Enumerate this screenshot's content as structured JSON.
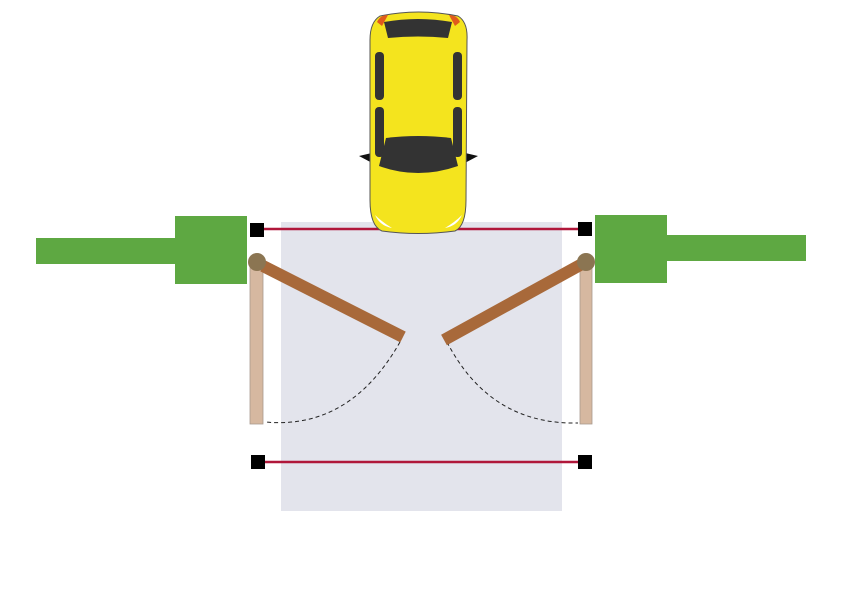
{
  "colors": {
    "background": "#ffffff",
    "zone": "#e3e4ec",
    "wall": "#5ea842",
    "sensor": "#000000",
    "beam": "#b0173a",
    "post": "#d6b8a0",
    "pivot": "#8b7552",
    "gate_arm": "#a8693a",
    "swing_path": "#222222",
    "car_body": "#f4e41e",
    "car_glass": "#333333",
    "car_tail_light": "#e05a1c",
    "car_headlight": "#ffffff"
  },
  "elements": {
    "car": "car-top-view",
    "gates": [
      "left-swing-gate",
      "right-swing-gate"
    ],
    "photocells": 4,
    "beams": 2
  }
}
